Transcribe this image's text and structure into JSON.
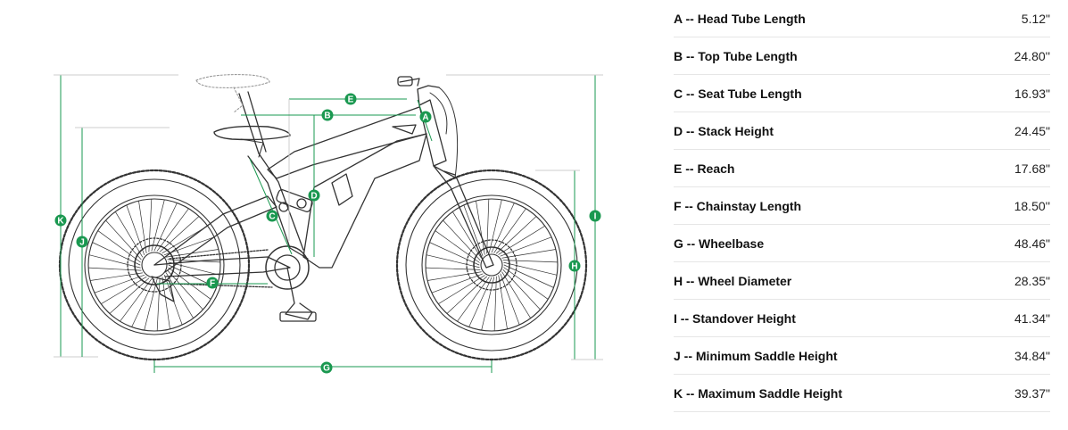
{
  "accent_color": "#1a9850",
  "dimensions": [
    {
      "letter": "A",
      "label": "A -- Head Tube Length",
      "value": "5.12\""
    },
    {
      "letter": "B",
      "label": "B -- Top Tube Length",
      "value": "24.80''"
    },
    {
      "letter": "C",
      "label": "C -- Seat Tube Length",
      "value": "16.93\""
    },
    {
      "letter": "D",
      "label": "D -- Stack Height",
      "value": "24.45\""
    },
    {
      "letter": "E",
      "label": "E -- Reach",
      "value": "17.68\""
    },
    {
      "letter": "F",
      "label": "F -- Chainstay Length",
      "value": "18.50''"
    },
    {
      "letter": "G",
      "label": "G -- Wheelbase",
      "value": "48.46\""
    },
    {
      "letter": "H",
      "label": "H -- Wheel Diameter",
      "value": "28.35\""
    },
    {
      "letter": "I",
      "label": "I -- Standover Height",
      "value": "41.34\""
    },
    {
      "letter": "J",
      "label": "J -- Minimum Saddle Height",
      "value": "34.84\""
    },
    {
      "letter": "K",
      "label": "K -- Maximum Saddle Height",
      "value": "39.37\""
    }
  ]
}
